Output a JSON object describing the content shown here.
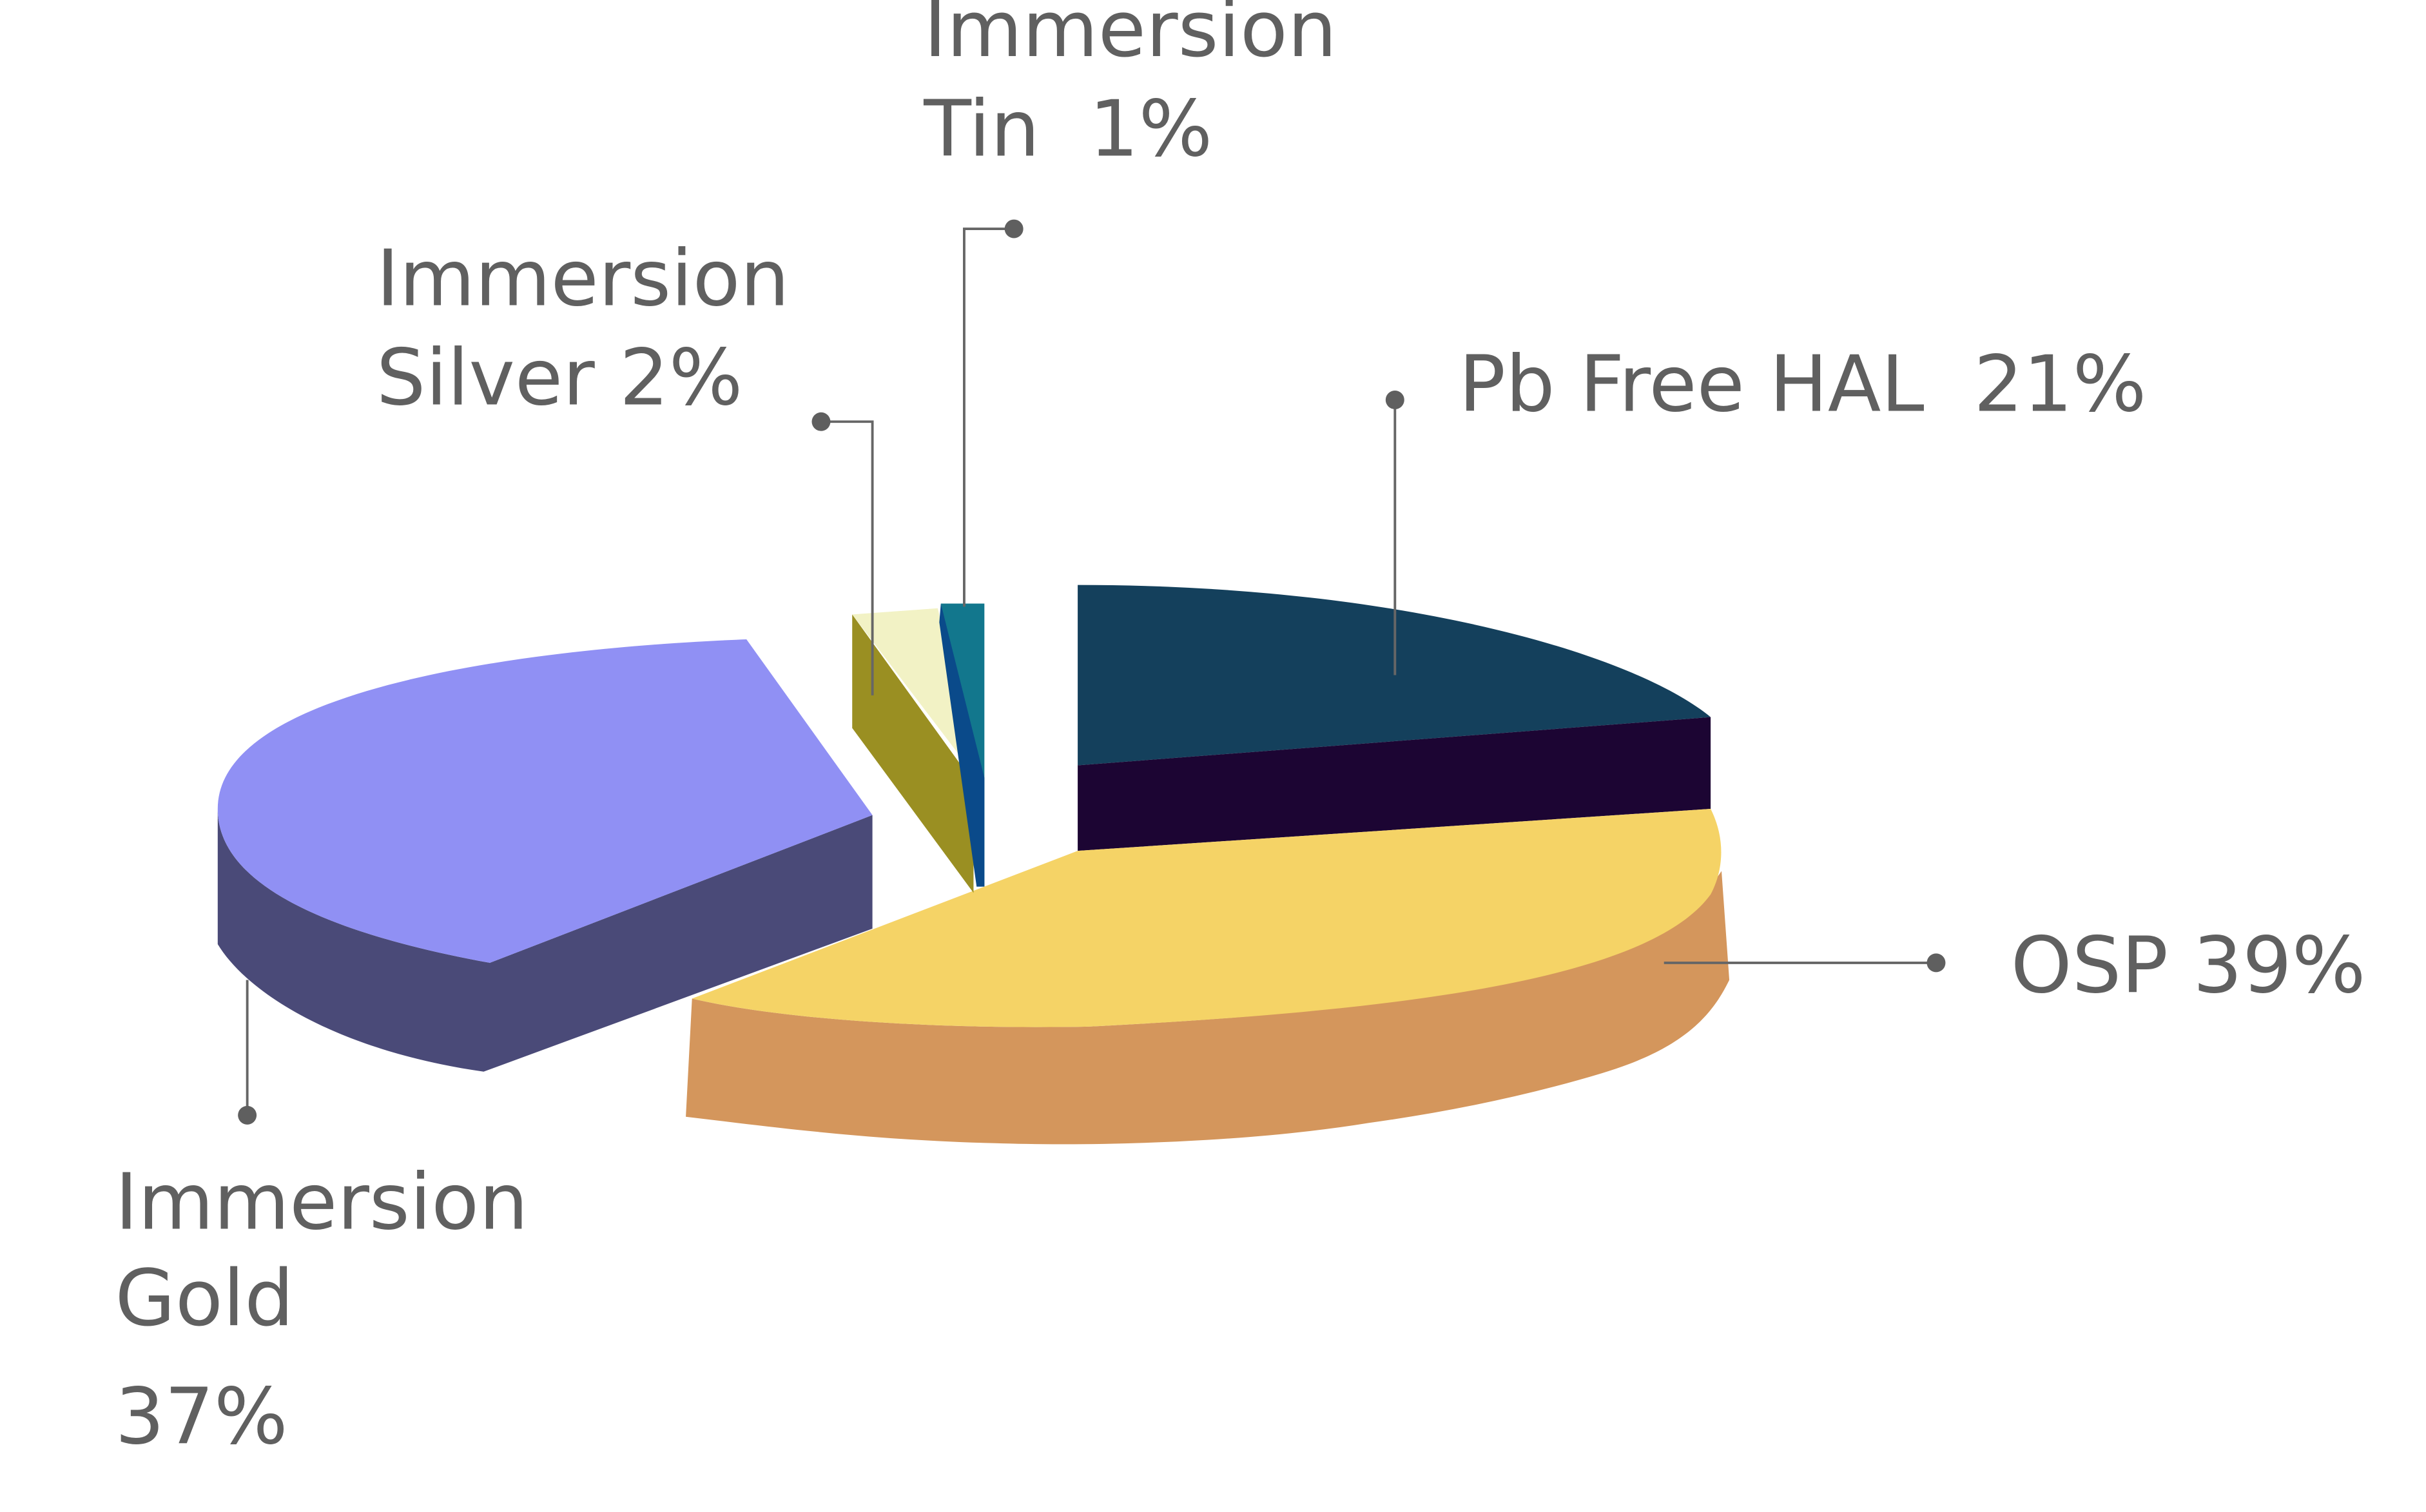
{
  "chart_data": {
    "type": "pie",
    "style": "3d-exploded",
    "title": "",
    "slices": [
      {
        "name": "Pb Free HAL",
        "value": 21,
        "label": "Pb Free HAL  21%",
        "color": "#14405c",
        "side_color": "#1c0533"
      },
      {
        "name": "OSP",
        "value": 39,
        "label": "OSP 39%",
        "color": "#f5d366",
        "side_color": "#d4965c"
      },
      {
        "name": "Immersion Gold",
        "value": 37,
        "label_lines": [
          "Immersion",
          "Gold",
          "37%"
        ],
        "color": "#9090f4",
        "side_color": "#4a4a78"
      },
      {
        "name": "Immersion Silver",
        "value": 2,
        "label_lines": [
          "Immersion",
          "Silver 2%"
        ],
        "color": "#f2f2c5",
        "side_color": "#9a8f22"
      },
      {
        "name": "Immersion Tin",
        "value": 1,
        "label_lines": [
          "Immersion",
          "Tin  1%"
        ],
        "color": "#12778d",
        "side_color": "#0a4a8a"
      }
    ],
    "legend": "none",
    "label_color": "#606060"
  }
}
